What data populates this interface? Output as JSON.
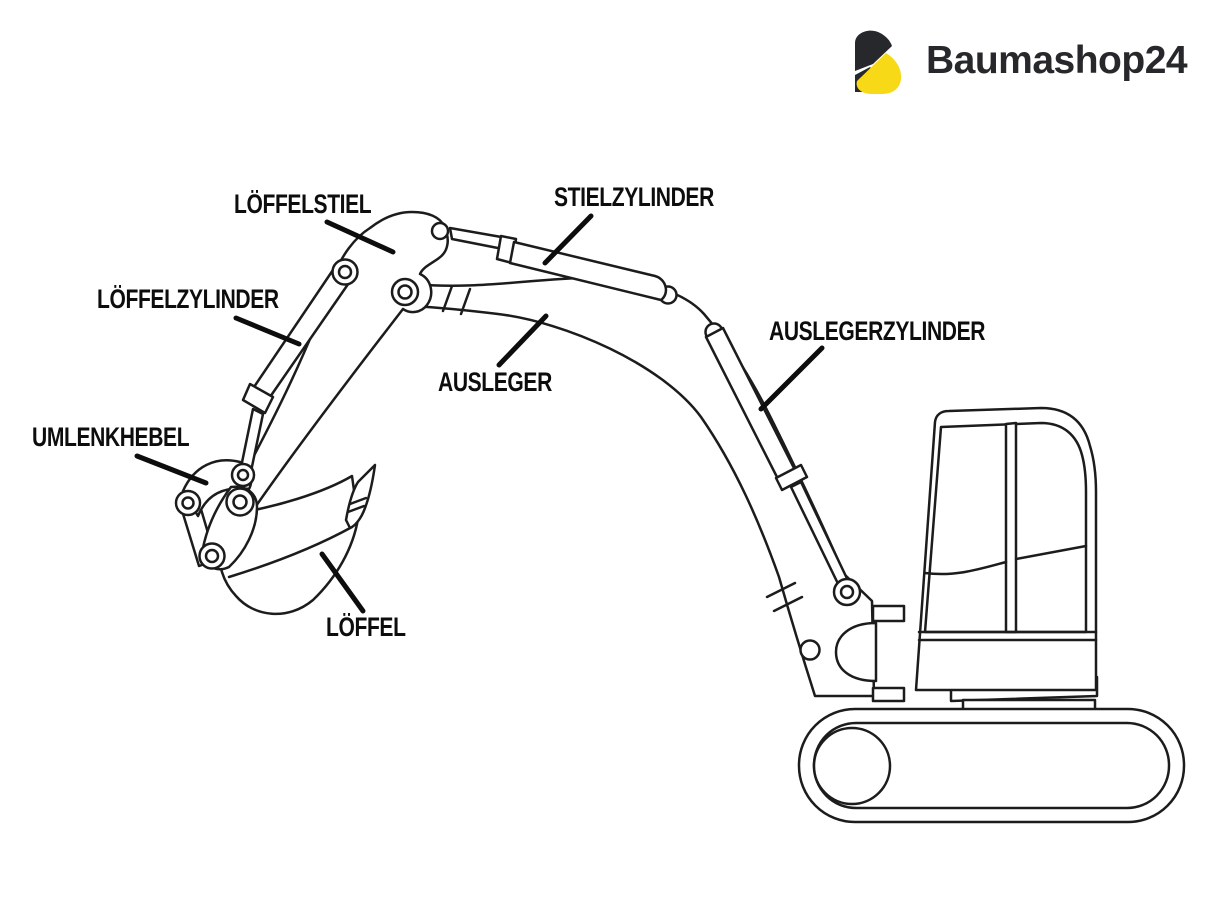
{
  "brand": {
    "name": "Baumashop24",
    "icon": "excavator-b-mark",
    "colors": {
      "mark_black": "#26282b",
      "mark_yellow": "#f7d917",
      "ink": "#1c1c1c"
    }
  },
  "diagram": {
    "type": "labeled-parts-diagram",
    "subject_visible_parts_count": 7,
    "labels": [
      {
        "id": "loeffelstiel",
        "text": "LÖFFELSTIEL"
      },
      {
        "id": "stielzylinder",
        "text": "STIELZYLINDER"
      },
      {
        "id": "loeffelzylinder",
        "text": "LÖFFELZYLINDER"
      },
      {
        "id": "ausleger",
        "text": "AUSLEGER"
      },
      {
        "id": "auslegerzylinder",
        "text": "AUSLEGERZYLINDER"
      },
      {
        "id": "umlenkhebel",
        "text": "UMLENKHEBEL"
      },
      {
        "id": "loeffel",
        "text": "LÖFFEL"
      }
    ]
  }
}
